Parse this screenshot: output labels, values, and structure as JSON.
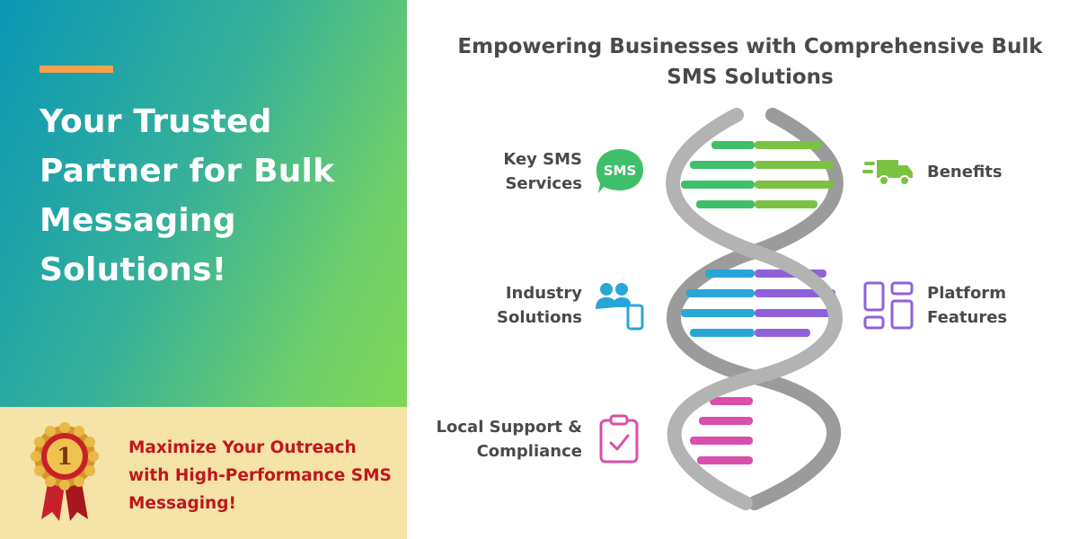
{
  "hero": {
    "headline": "Your Trusted Partner for Bulk Messaging Solutions!",
    "accent_color": "#f5a24a",
    "gradient_colors": [
      "#0a97b5",
      "#7fd857"
    ]
  },
  "promo": {
    "text": "Maximize Your Outreach with High-Performance SMS Messaging!",
    "medal_number": "1",
    "background_color": "#f5e3a7",
    "text_color": "#c0171c"
  },
  "infographic": {
    "title": "Empowering Businesses with Comprehensive Bulk SMS Solutions",
    "items": [
      {
        "label": "Key SMS Services",
        "icon": "sms-bubble-icon",
        "icon_text": "SMS",
        "color": "#3fbf6a"
      },
      {
        "label": "Benefits",
        "icon": "delivery-truck-icon",
        "color": "#7cc242"
      },
      {
        "label": "Industry Solutions",
        "icon": "users-device-icon",
        "color": "#2aa6d6"
      },
      {
        "label": "Platform Features",
        "icon": "layout-grid-icon",
        "color": "#8f61d9"
      },
      {
        "label": "Local Support & Compliance",
        "icon": "clipboard-check-icon",
        "color": "#d94fa9"
      }
    ]
  }
}
